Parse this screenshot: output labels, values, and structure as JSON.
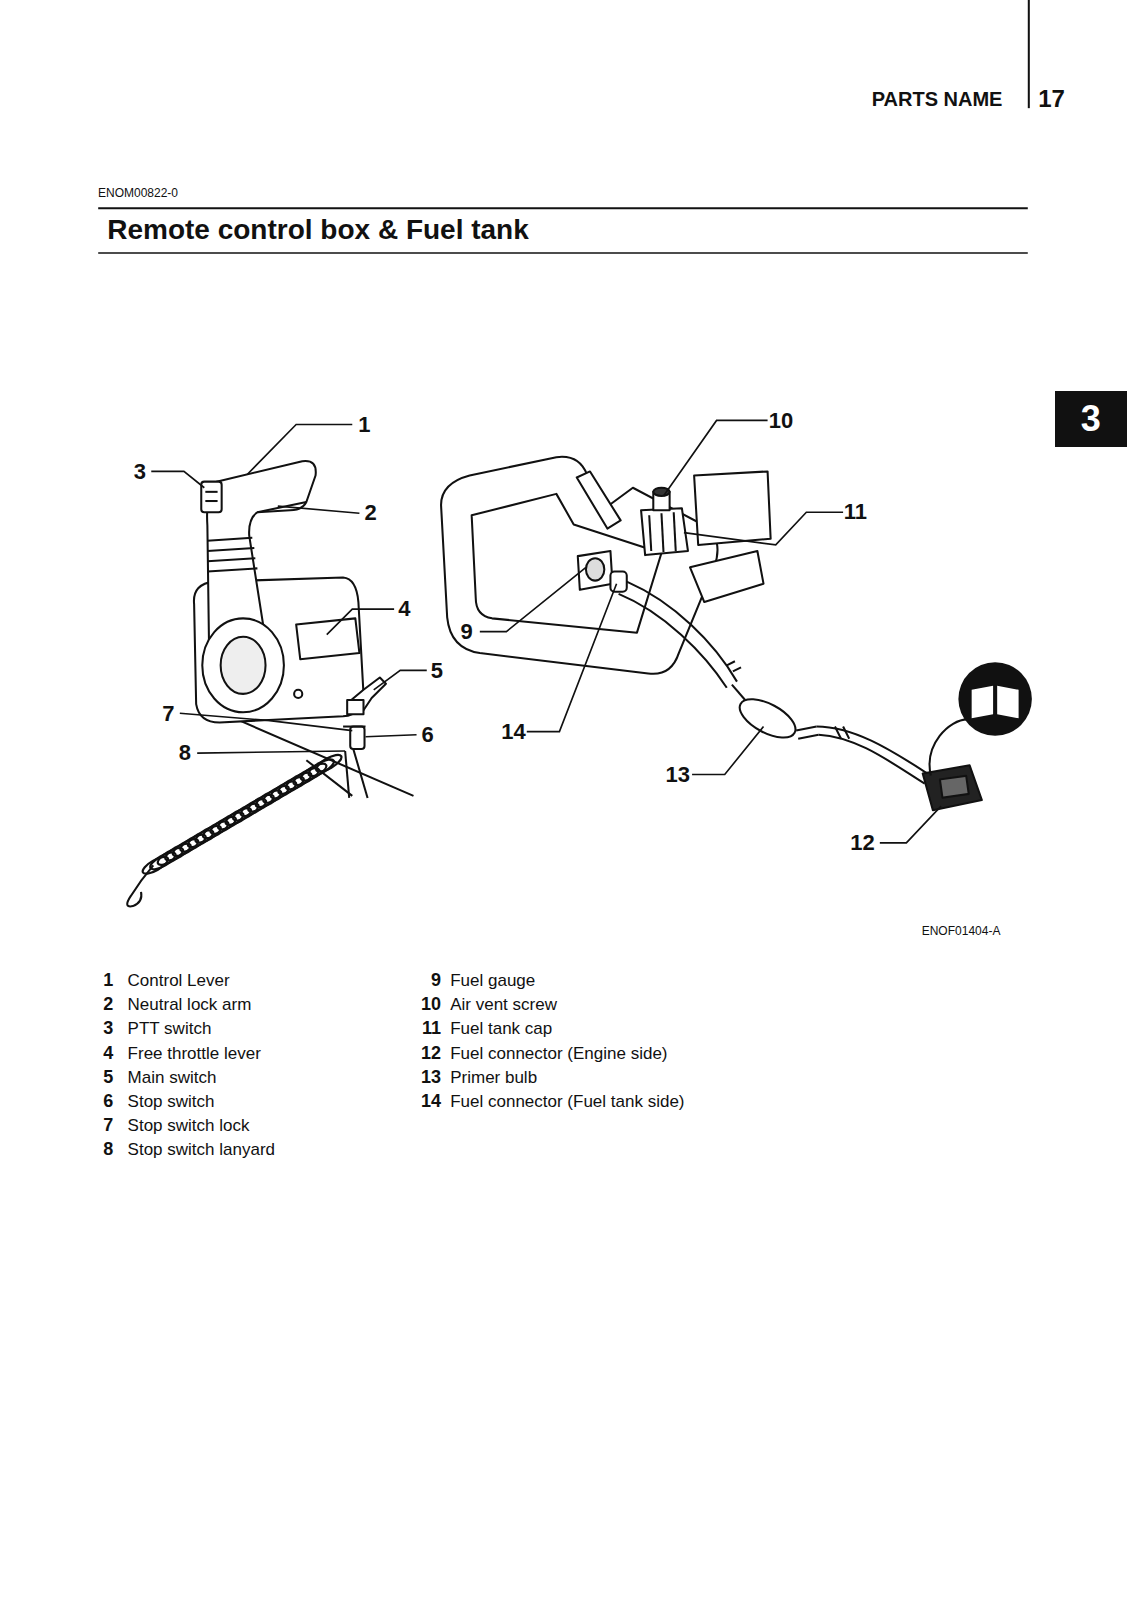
{
  "diagram": {
    "title": "Remote control box & Fuel tank",
    "nodes": [
      {
        "text": [
          "3"
        ]
      }
    ],
    "labels": [
      "PARTS NAME",
      "17",
      "ENOM00822-0",
      "1",
      "3",
      "2",
      "4",
      "5",
      "7",
      "6",
      "8",
      "9",
      "14",
      "10",
      "11",
      "13",
      "12",
      "ENOF01404-A",
      "1",
      "Control Lever",
      "2",
      "Neutral lock arm",
      "3",
      "PTT switch",
      "4",
      "Free throttle lever",
      "5",
      "Main switch",
      "6",
      "Stop switch",
      "7",
      "Stop switch lock",
      "8",
      "Stop switch lanyard",
      "9",
      "Fuel gauge",
      "10",
      "Air vent screw",
      "11",
      "Fuel tank cap",
      "12",
      "Fuel connector (Engine side)",
      "13",
      "Primer bulb",
      "14",
      "Fuel connector (Fuel tank side)"
    ]
  }
}
